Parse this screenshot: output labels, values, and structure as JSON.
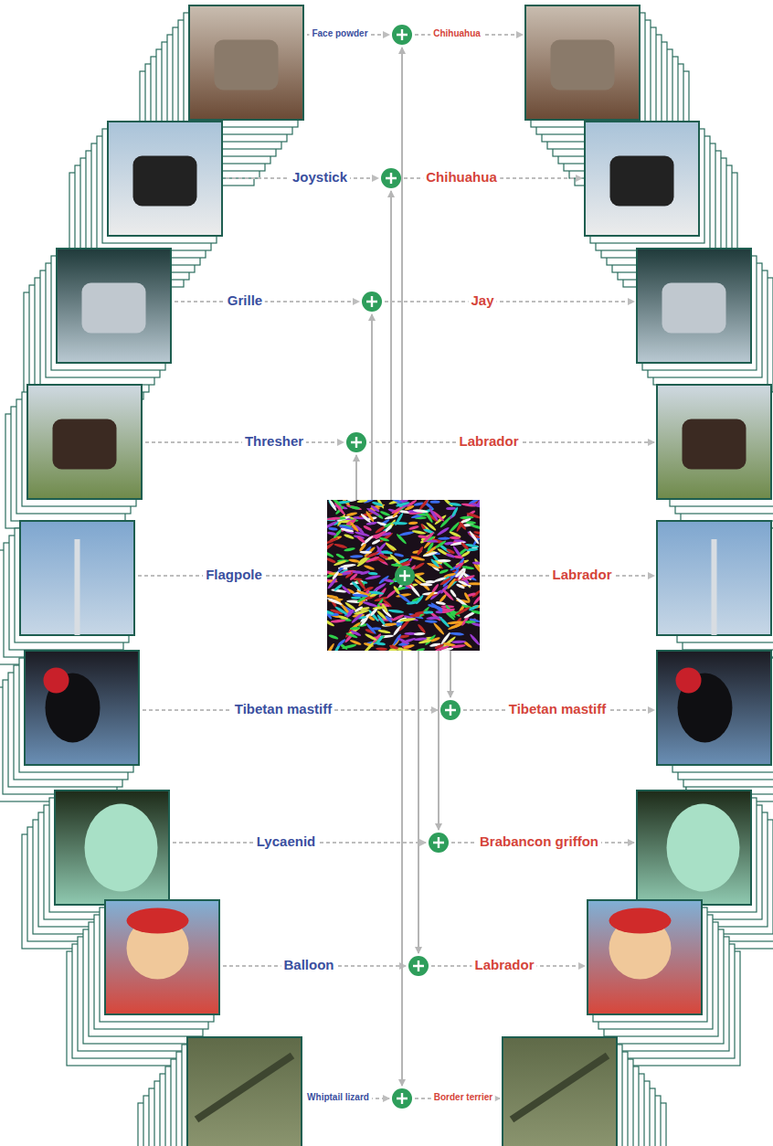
{
  "diagram": {
    "labels": [
      "Face powder",
      "Chihuahua",
      "Joystick",
      "Chihuahua",
      "Grille",
      "Jay",
      "Thresher",
      "Labrador",
      "Flagpole",
      "Labrador",
      "Tibetan mastiff",
      "Tibetan mastiff",
      "Lycaenid",
      "Brabancon griffon",
      "Balloon",
      "Labrador",
      "Whiptail lizard",
      "Border terrier"
    ]
  }
}
